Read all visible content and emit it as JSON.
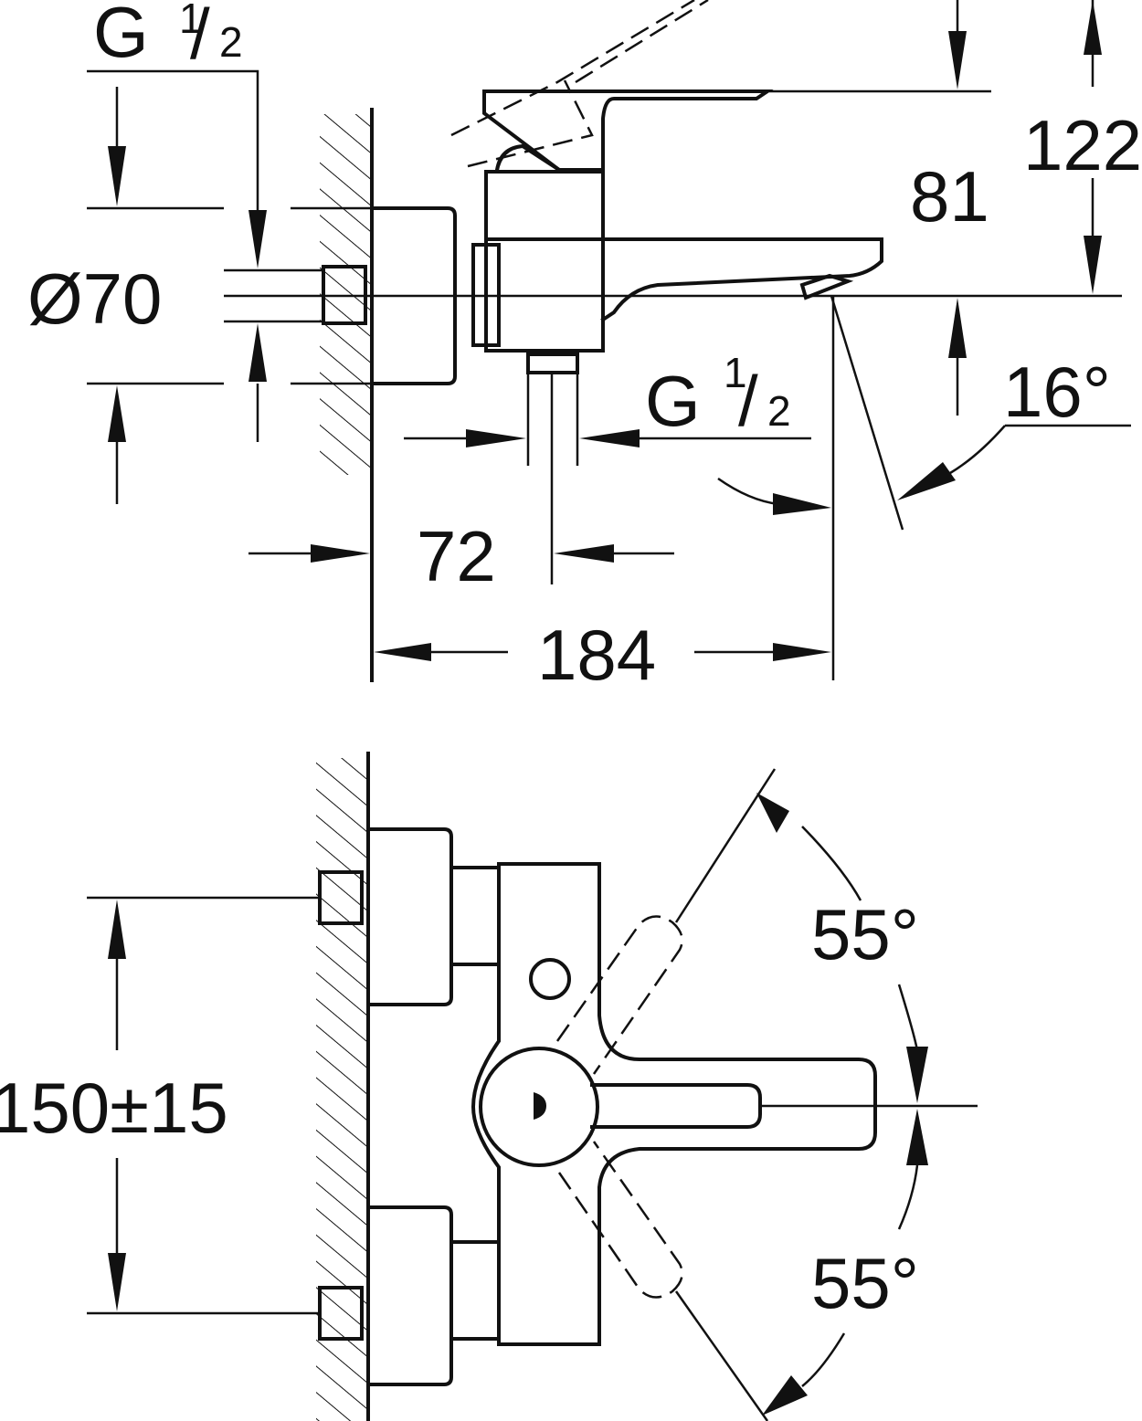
{
  "labels": {
    "thread_top": "G",
    "thread_top_num": "1",
    "thread_top_den": "2",
    "diameter": "Ø70",
    "height_81": "81",
    "height_122": "122",
    "thread_bottom": "G",
    "thread_bottom_num": "1",
    "thread_bottom_den": "2",
    "angle_spout": "16°",
    "depth_72": "72",
    "depth_184": "184",
    "spacing": "150±15",
    "angle_up": "55°",
    "angle_down": "55°"
  }
}
